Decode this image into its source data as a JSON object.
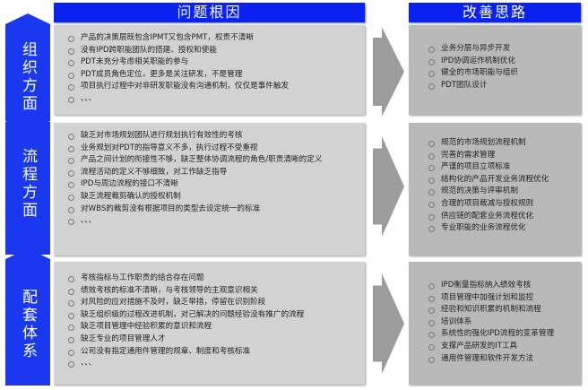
{
  "headers": {
    "left": "问题根因",
    "right": "改善思路"
  },
  "colors": {
    "blue": "#1a38f0",
    "left_panel": "#d2d2d2",
    "right_panel": "#b9b9b9"
  },
  "sections": [
    {
      "label": "组织方面",
      "problems": [
        "产品的决策层既包含IPMT又包含PMT，权责不清晰",
        "没有IPD跨职能团队的搭建、授权和使能",
        "PDT未充分考虑相关职能的参与",
        "PDT成员角色定位，更多是关注研发，不是管理",
        "项目执行过程中对非研发职能没有沟通机制，仅仅是事件触发",
        "、、、"
      ],
      "improvements": [
        "业务分层与异步开发",
        "IPD协调运作机制优化",
        "健全的市场职能与组织",
        "PDT团队设计"
      ]
    },
    {
      "label": "流程方面",
      "problems": [
        "缺乏对市场规划团队进行规划执行有效性的考核",
        "业务规划对PDT的指导意义不多，执行过程不受重视",
        "产品之间计划的衔接性不够，缺乏整体协调流程的角色/职责清晰的定义",
        "流程活动的定义不够细致，对工作缺乏指导",
        "IPD与周边流程的接口不清晰",
        "缺乏流程裁剪确认的授权机制",
        "对WBS的裁剪没有根据项目的类型去设定统一的标准",
        "、、、"
      ],
      "improvements": [
        "规范的市场规划流程机制",
        "完善的需求管理",
        "严谨的项目立项标准",
        "结构化的产品开发业务流程优化",
        "规范的决策与评审机制",
        "合理的项目裁减与授权规则",
        "供应链的配套业务流程优化",
        "专业职能的业务流程优化"
      ]
    },
    {
      "label": "配套体系",
      "problems": [
        "考核指标与工作职责的结合存在问题",
        "绩效考核的标准不清晰，与考核领导的主观意识相关",
        "对风险的应对措施不及时，缺乏举措，停留在识别阶段",
        "缺乏组织级的过程改进机制，对己解决的问题经验没有推广的流程",
        "缺乏项目管理中经验积累的意识和流程",
        "缺乏专业的项目管理人才",
        "公司没有指定通用件管理的规章、制度和考核标准",
        "、、、"
      ],
      "improvements": [
        "IPD衡量指标纳入绩效考核",
        "项目管理中加强计划和监控",
        "经验和知识积累的机制和流程",
        "培训体系",
        "系统性的强化IPD流程的变革管理",
        "支撑产品研发的IT工具",
        "通用件管理和软件开发方法"
      ]
    }
  ]
}
